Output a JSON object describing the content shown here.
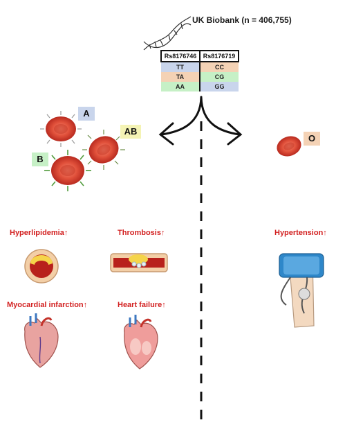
{
  "header": {
    "title": "UK Biobank (n = 406,755)"
  },
  "genotype_table": {
    "columns": [
      "Rs8176746",
      "Rs8176719"
    ],
    "rows": [
      {
        "left": "TT",
        "right": "CC",
        "left_color": "#c9d5ec",
        "right_color": "#f4d2b5"
      },
      {
        "left": "TA",
        "right": "CG",
        "left_color": "#f4d2b5",
        "right_color": "#c6f0c6"
      },
      {
        "left": "AA",
        "right": "GG",
        "left_color": "#c6f0c6",
        "right_color": "#c9d5ec"
      }
    ]
  },
  "blood_groups": {
    "a": "A",
    "ab": "AB",
    "b": "B",
    "o": "O"
  },
  "outcomes": {
    "hyperlipidemia": "Hyperlipidemia↑",
    "thrombosis": "Thrombosis↑",
    "hypertension": "Hypertension↑",
    "myocardial_infarction": "Myocardial infarction↑",
    "heart_failure": "Heart failure↑"
  },
  "colors": {
    "accent_red": "#d21f1f",
    "cell_red": "#d9412e",
    "antigen_green": "#4f9a3a",
    "blue": "#c9d5ec",
    "orange": "#f4d2b5",
    "green": "#c6f0c6",
    "yellow": "#f4f3b4"
  },
  "icons": [
    "dna-icon",
    "red-blood-cell-icon",
    "artery-lipid-icon",
    "artery-clot-icon",
    "blood-pressure-cuff-icon",
    "heart-icon"
  ]
}
